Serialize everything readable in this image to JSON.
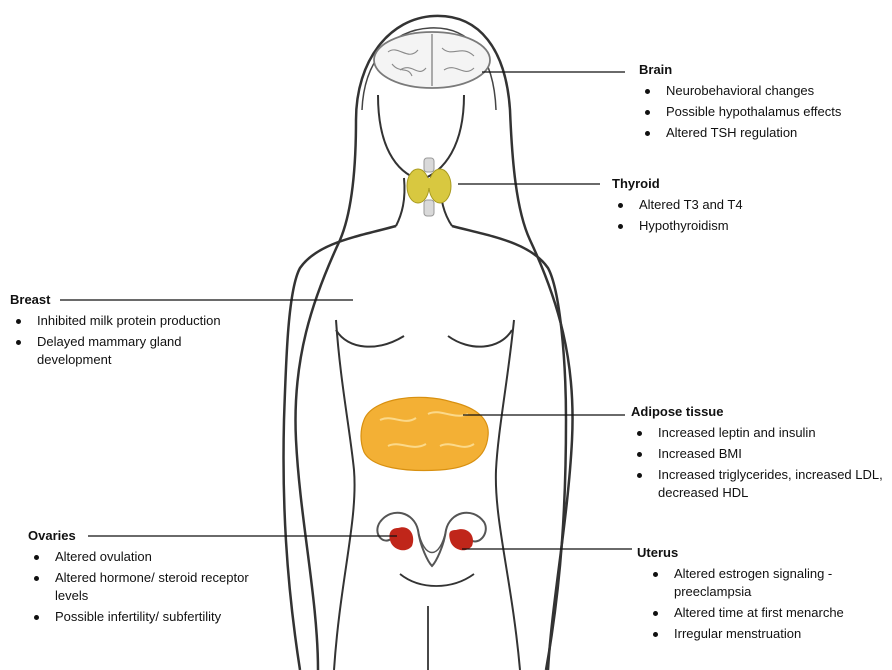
{
  "organs": {
    "brain": {
      "title": "Brain",
      "effects": [
        "Neurobehavioral changes",
        "Possible hypothalamus effects",
        "Altered TSH regulation"
      ]
    },
    "thyroid": {
      "title": "Thyroid",
      "effects": [
        "Altered T3 and T4",
        "Hypothyroidism"
      ]
    },
    "breast": {
      "title": "Breast",
      "effects": [
        "Inhibited milk protein production",
        "Delayed mammary gland development"
      ]
    },
    "adipose": {
      "title": "Adipose tissue",
      "effects": [
        "Increased leptin and insulin",
        "Increased BMI",
        "Increased triglycerides, increased LDL, decreased HDL"
      ]
    },
    "ovaries": {
      "title": "Ovaries",
      "effects": [
        "Altered ovulation",
        "Altered hormone/ steroid receptor levels",
        "Possible infertility/ subfertility"
      ]
    },
    "uterus": {
      "title": "Uterus",
      "effects": [
        "Altered estrogen signaling - preeclampsia",
        "Altered time at first menarche",
        "Irregular menstruation"
      ]
    }
  },
  "colors": {
    "outline": "#333333",
    "brain": "#7a7a7a",
    "thyroid": "#d8c840",
    "adipose": "#f3b035",
    "ovary": "#c0261a",
    "leader": "#111111"
  }
}
